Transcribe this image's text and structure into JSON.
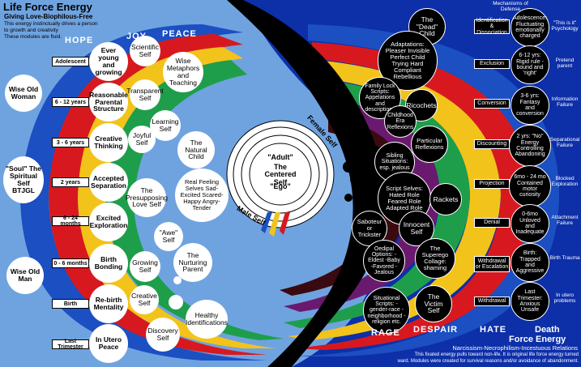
{
  "header": {
    "title": "Life Force Energy",
    "subtitle": "Giving Love-Biophilous-Free",
    "line1": "This energy instinctually drives a person",
    "line2": "to growth and creativity",
    "line3": "These modules are fluid."
  },
  "top_words": [
    "HOPE",
    "JOY",
    "PEACE"
  ],
  "bottom_words": [
    "RAGE",
    "DESPAIR",
    "HATE"
  ],
  "left_outer": {
    "wise_woman": "Wise Old Woman",
    "soul": "\"Soul\" The Spiritual Self BTJGL",
    "wise_man": "Wise Old Man"
  },
  "ages": [
    {
      "age": "Adolescent",
      "stage": "Ever young and growing"
    },
    {
      "age": "6 - 12 years",
      "stage": "Reasonable Parental Structure"
    },
    {
      "age": "3 - 6 years",
      "stage": "Creative Thinking"
    },
    {
      "age": "2 years",
      "stage": "Accepted Separation"
    },
    {
      "age": "6 - 24 months",
      "stage": "Excited Exploration"
    },
    {
      "age": "0 - 6 months",
      "stage": "Birth Bonding"
    },
    {
      "age": "Birth",
      "stage": "Re-birth Mentality"
    },
    {
      "age": "Last Trimester",
      "stage": "In Utero Peace"
    }
  ],
  "selves": {
    "scientific": "Scientific Self",
    "wise_metaphors": "Wise Metaphors and Teaching",
    "transparent": "Transparent Self",
    "learning": "Learning Self",
    "joyful": "Joyful Self",
    "natural_child": "The Natural Child",
    "presupposing": "The Presupposing Love Self",
    "real_feeling": "Real Feeling Selves Sad-Excited Scared-Happy Angry-Tender",
    "awe": "\"Awe\" Self",
    "growing": "Growing Self",
    "nurturing": "The Nurturing Parent",
    "creative": "Creative Self",
    "healthy": "Healthy Identifications",
    "discovery": "Discovery Self"
  },
  "center": {
    "adult": "\"Adult\"",
    "centered": "The Centered Self",
    "ego": "\"Ego\"",
    "female": "Female Self",
    "male": "Male Self"
  },
  "dark_circles": {
    "dead_child": "The \"Dead\" Child",
    "adaptations": "Adaptations: Pleaser Invisible Perfect Child Trying Hard Compliant Rebellious",
    "ricochets": "Ricochets",
    "family_lock": "Family Lock Scripts: Appelations and descriptions",
    "childhood_era": "Childhood Era Reflexions",
    "particular": "Particular Reflexions",
    "sibling": "Sibling Situations: esp. jealous",
    "script_selves": "Script Selves: Hated Role Feared Role Adapted Role",
    "rackets": "Rackets",
    "saboteur": "Saboteur or Trickster",
    "innocent": "Innocent Self",
    "oedipal": "Oedipal Options: -Eldest -Baby -Favored -Jealous",
    "superego": "The Superego Collage: shaming",
    "situational": "Situational Scripts: -gender-race -neighborhood -religion etc.",
    "victim": "The Victim Self"
  },
  "defense": {
    "title": "Mechanisms of Defense",
    "rows": [
      {
        "mechanism": "Identification & Dissociation",
        "stage": "Adolescence: Fluctuating emotionally charged",
        "label": "\"This is it\" Psychology"
      },
      {
        "mechanism": "Exclusion",
        "stage": "6-12 yrs: Rigid rule - bound and 'right'",
        "label": "Pretend parent"
      },
      {
        "mechanism": "Conversion",
        "stage": "3-6 yrs: Fantasy and conversion",
        "label": "Information Failure"
      },
      {
        "mechanism": "Discounting",
        "stage": "2 yrs: \"No\" Energy Controlling Abandoning",
        "label": "Separational Failure"
      },
      {
        "mechanism": "Projection",
        "stage": "6mo - 24 mo Contained motor curiosity",
        "label": "Blocked Exploration"
      },
      {
        "mechanism": "Denial",
        "stage": "0-6mo Unloved and Inadequate",
        "label": "Attachment Failure"
      },
      {
        "mechanism": "Withdrawal or Escalation",
        "stage": "Birth: Trapped and Aggressive",
        "label": "Birth Trauma"
      },
      {
        "mechanism": "Withdrawal",
        "stage": "Last Trimester: Anxious Unsafe",
        "label": "In utero problems"
      }
    ]
  },
  "footer": {
    "title1": "Death",
    "title2": "Force Energy",
    "subtitle": "Narcissism-Necrophilism-Incestuous Relations",
    "line1": "This fixated energy pulls toward non-life. It is original life force energy turned",
    "line2": "ward. Modules were created for survival reasons and/or avoidance of abandonment."
  }
}
